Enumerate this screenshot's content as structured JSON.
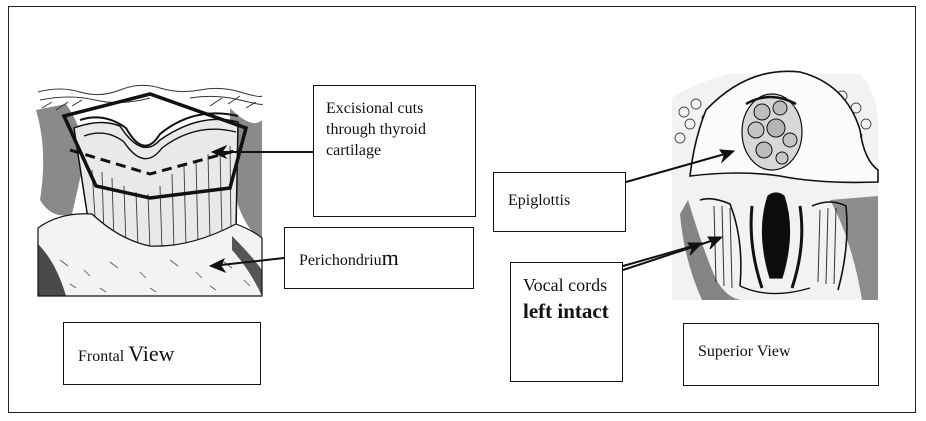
{
  "labels": {
    "excisional": "Excisional cuts through thyroid cartilage",
    "perichondrium_a": "Perichondriu",
    "perichondrium_b": "m",
    "frontal_a": "Frontal ",
    "frontal_b": "View",
    "epiglottis": "Epiglottis",
    "vocal_a": "Vocal cords ",
    "vocal_b": "left intact",
    "superior": "Superior View"
  }
}
